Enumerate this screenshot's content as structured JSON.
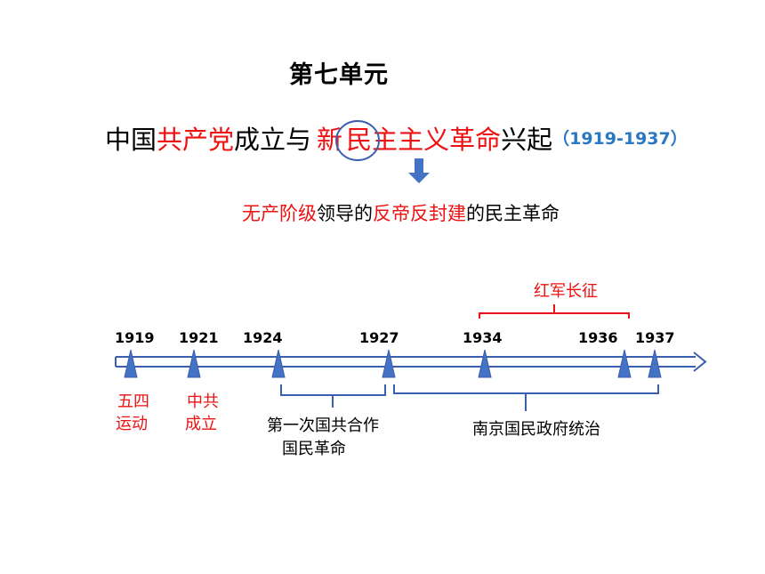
{
  "unit_title": "第七单元",
  "title": {
    "part1": "中国",
    "part2_red": "共产党",
    "part3": "成立与",
    "part4_circled": "新",
    "part5_red": "民主主义革命",
    "part6": "兴起",
    "years": "（1919-1937）"
  },
  "subtitle": {
    "part1_red": "无产阶级",
    "part2": "领导的",
    "part3_red": "反帝反封建",
    "part4": "的民主革命"
  },
  "timeline": {
    "years": [
      "1919",
      "1921",
      "1924",
      "1927",
      "1934",
      "1936",
      "1937"
    ],
    "events": {
      "may_fourth_line1": "五四",
      "may_fourth_line2": "运动",
      "cpc_line1": "中共",
      "cpc_line2": "成立",
      "first_coop_line1": "第一次国共合作",
      "first_coop_line2": "国民革命",
      "nanjing": "南京国民政府统治",
      "long_march": "红军长征"
    }
  },
  "colors": {
    "red": "#ee1111",
    "blue": "#4472c4",
    "year_blue": "#2a77c2"
  }
}
